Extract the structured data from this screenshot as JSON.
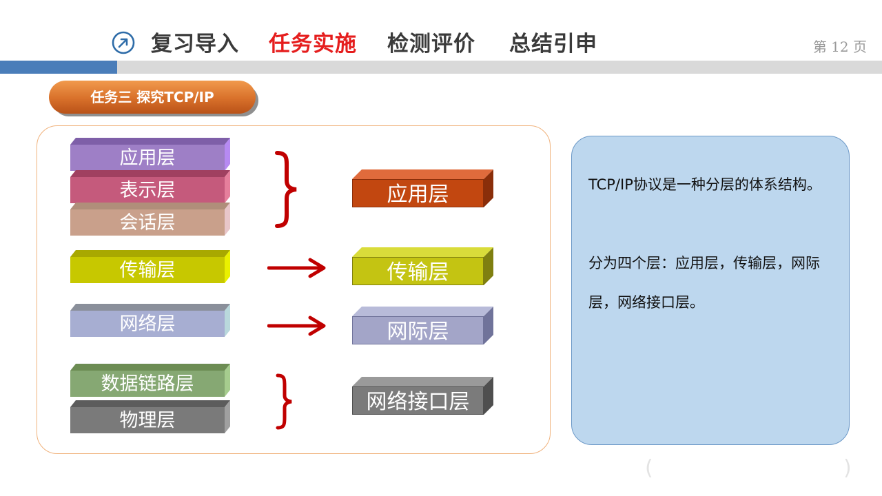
{
  "nav": {
    "items": [
      "复习导入",
      "任务实施",
      "检测评价",
      "总结引申"
    ],
    "active_index": 1,
    "page_label": "第 12 页"
  },
  "task": {
    "title": "任务三  探究TCP/IP"
  },
  "osi_layers": [
    "应用层",
    "表示层",
    "会话层",
    "传输层",
    "网络层",
    "数据链路层",
    "物理层"
  ],
  "tcpip_layers": [
    "应用层",
    "传输层",
    "网际层",
    "网络接口层"
  ],
  "description": {
    "line1": "TCP/IP协议是一种分层的体系结构。",
    "line2": "分为四个层：应用层，传输层，网际层，网络接口层。"
  },
  "colors": {
    "active_nav": "#e51d1d",
    "arrow": "#c00000",
    "osi_application": "#9e7fc6",
    "osi_presentation": "#c55a7c",
    "osi_session": "#c9a08b",
    "osi_transport": "#c7c800",
    "osi_network": "#a7aed2",
    "osi_datalink": "#86a873",
    "osi_physical": "#7a7a7a",
    "tcp_application": "#c24710",
    "tcp_transport": "#c4c412",
    "tcp_internet": "#a3a5c8",
    "tcp_netif": "#7b7b7b"
  }
}
